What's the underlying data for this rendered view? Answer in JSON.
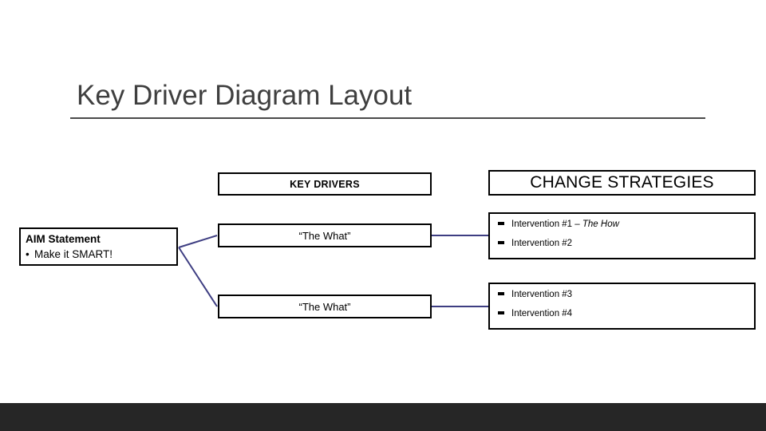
{
  "slide": {
    "title": "Key Driver Diagram Layout",
    "background_color": "#ffffff",
    "title_color": "#3f3f3f",
    "footer_bar_color": "#262626",
    "box_border_color": "#000000",
    "connector_color": "#3e3e82"
  },
  "headers": {
    "key_drivers": "KEY DRIVERS",
    "change_strategies": "CHANGE STRATEGIES"
  },
  "aim": {
    "title": "AIM Statement",
    "bullet_glyph": "•",
    "bullet": "Make it SMART!"
  },
  "key_drivers": [
    {
      "label": "“The What”"
    },
    {
      "label": "“The What”"
    }
  ],
  "change_strategies": [
    {
      "lines": [
        {
          "text": "Intervention #1 – ",
          "emphasis": "The How"
        },
        {
          "text": "Intervention #2",
          "emphasis": ""
        }
      ]
    },
    {
      "lines": [
        {
          "text": "Intervention #3",
          "emphasis": ""
        },
        {
          "text": "Intervention #4",
          "emphasis": ""
        }
      ]
    }
  ],
  "connectors": [
    {
      "from": "aim",
      "to": "key-driver-1"
    },
    {
      "from": "aim",
      "to": "key-driver-2"
    },
    {
      "from": "key-driver-1",
      "to": "change-strategy-1"
    },
    {
      "from": "key-driver-2",
      "to": "change-strategy-2"
    }
  ]
}
